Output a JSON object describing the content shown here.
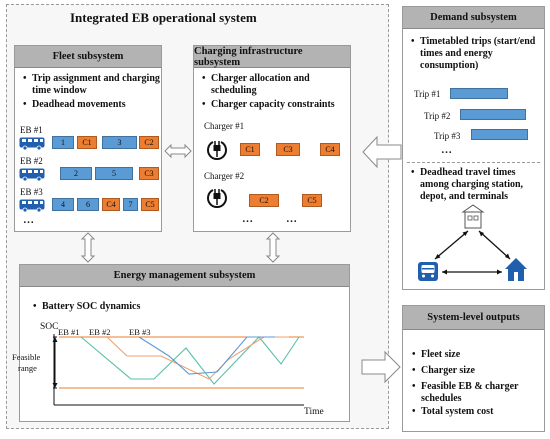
{
  "main_title": "Integrated EB operational system",
  "fleet": {
    "title": "Fleet subsystem",
    "bullets": [
      "Trip assignment and charging time window",
      "Deadhead movements"
    ],
    "buses": [
      {
        "label": "EB #1",
        "items": [
          {
            "text": "1",
            "kind": "trip"
          },
          {
            "text": "C1",
            "kind": "charge"
          },
          {
            "text": "3",
            "kind": "trip"
          },
          {
            "text": "C2",
            "kind": "charge"
          }
        ]
      },
      {
        "label": "EB #2",
        "items": [
          {
            "text": "2",
            "kind": "trip"
          },
          {
            "text": "5",
            "kind": "trip"
          },
          {
            "text": "C3",
            "kind": "charge"
          }
        ]
      },
      {
        "label": "EB #3",
        "items": [
          {
            "text": "4",
            "kind": "trip"
          },
          {
            "text": "6",
            "kind": "trip"
          },
          {
            "text": "C4",
            "kind": "charge"
          },
          {
            "text": "7",
            "kind": "trip"
          },
          {
            "text": "C5",
            "kind": "charge"
          }
        ]
      }
    ],
    "ellipsis": "…"
  },
  "charging": {
    "title": "Charging infrastructure subsystem",
    "bullets": [
      "Charger allocation and scheduling",
      "Charger capacity constraints"
    ],
    "chargers": [
      {
        "label": "Charger #1",
        "slots": [
          "C1",
          "C3",
          "C4"
        ]
      },
      {
        "label": "Charger #2",
        "slots": [
          "C2",
          "C5"
        ]
      }
    ],
    "ellipsis": "…"
  },
  "demand": {
    "title": "Demand subsystem",
    "bullet1": "Timetabled trips (start/end times and energy consumption)",
    "trips": [
      "Trip #1",
      "Trip #2",
      "Trip #3"
    ],
    "ellipsis": "…",
    "bullet2": "Deadhead travel times among charging station, depot, and terminals",
    "icons": [
      "charging-station-icon",
      "bus-stop-icon",
      "depot-house-icon"
    ]
  },
  "energy": {
    "title": "Energy management subsystem",
    "bullet": "Battery SOC dynamics",
    "y_axis": "SOC",
    "x_axis": "Time",
    "range_label": [
      "Feasible",
      "range"
    ],
    "series_labels": [
      "EB #1",
      "EB #2",
      "EB #3"
    ],
    "colors": {
      "upper_bound": "#ed7d31",
      "lower_bound": "#ed7d31",
      "eb1": "#5bc0a8",
      "eb2": "#f0a070",
      "eb3": "#5b9bd5"
    }
  },
  "outputs": {
    "title": "System-level outputs",
    "bullets": [
      "Fleet size",
      "Charger size",
      "Feasible EB & charger schedules",
      "Total system cost"
    ]
  },
  "colors": {
    "trip": "#5b9bd5",
    "charge": "#ed7d31",
    "header": "#b3b3b3",
    "icon_blue": "#1f5fae"
  }
}
